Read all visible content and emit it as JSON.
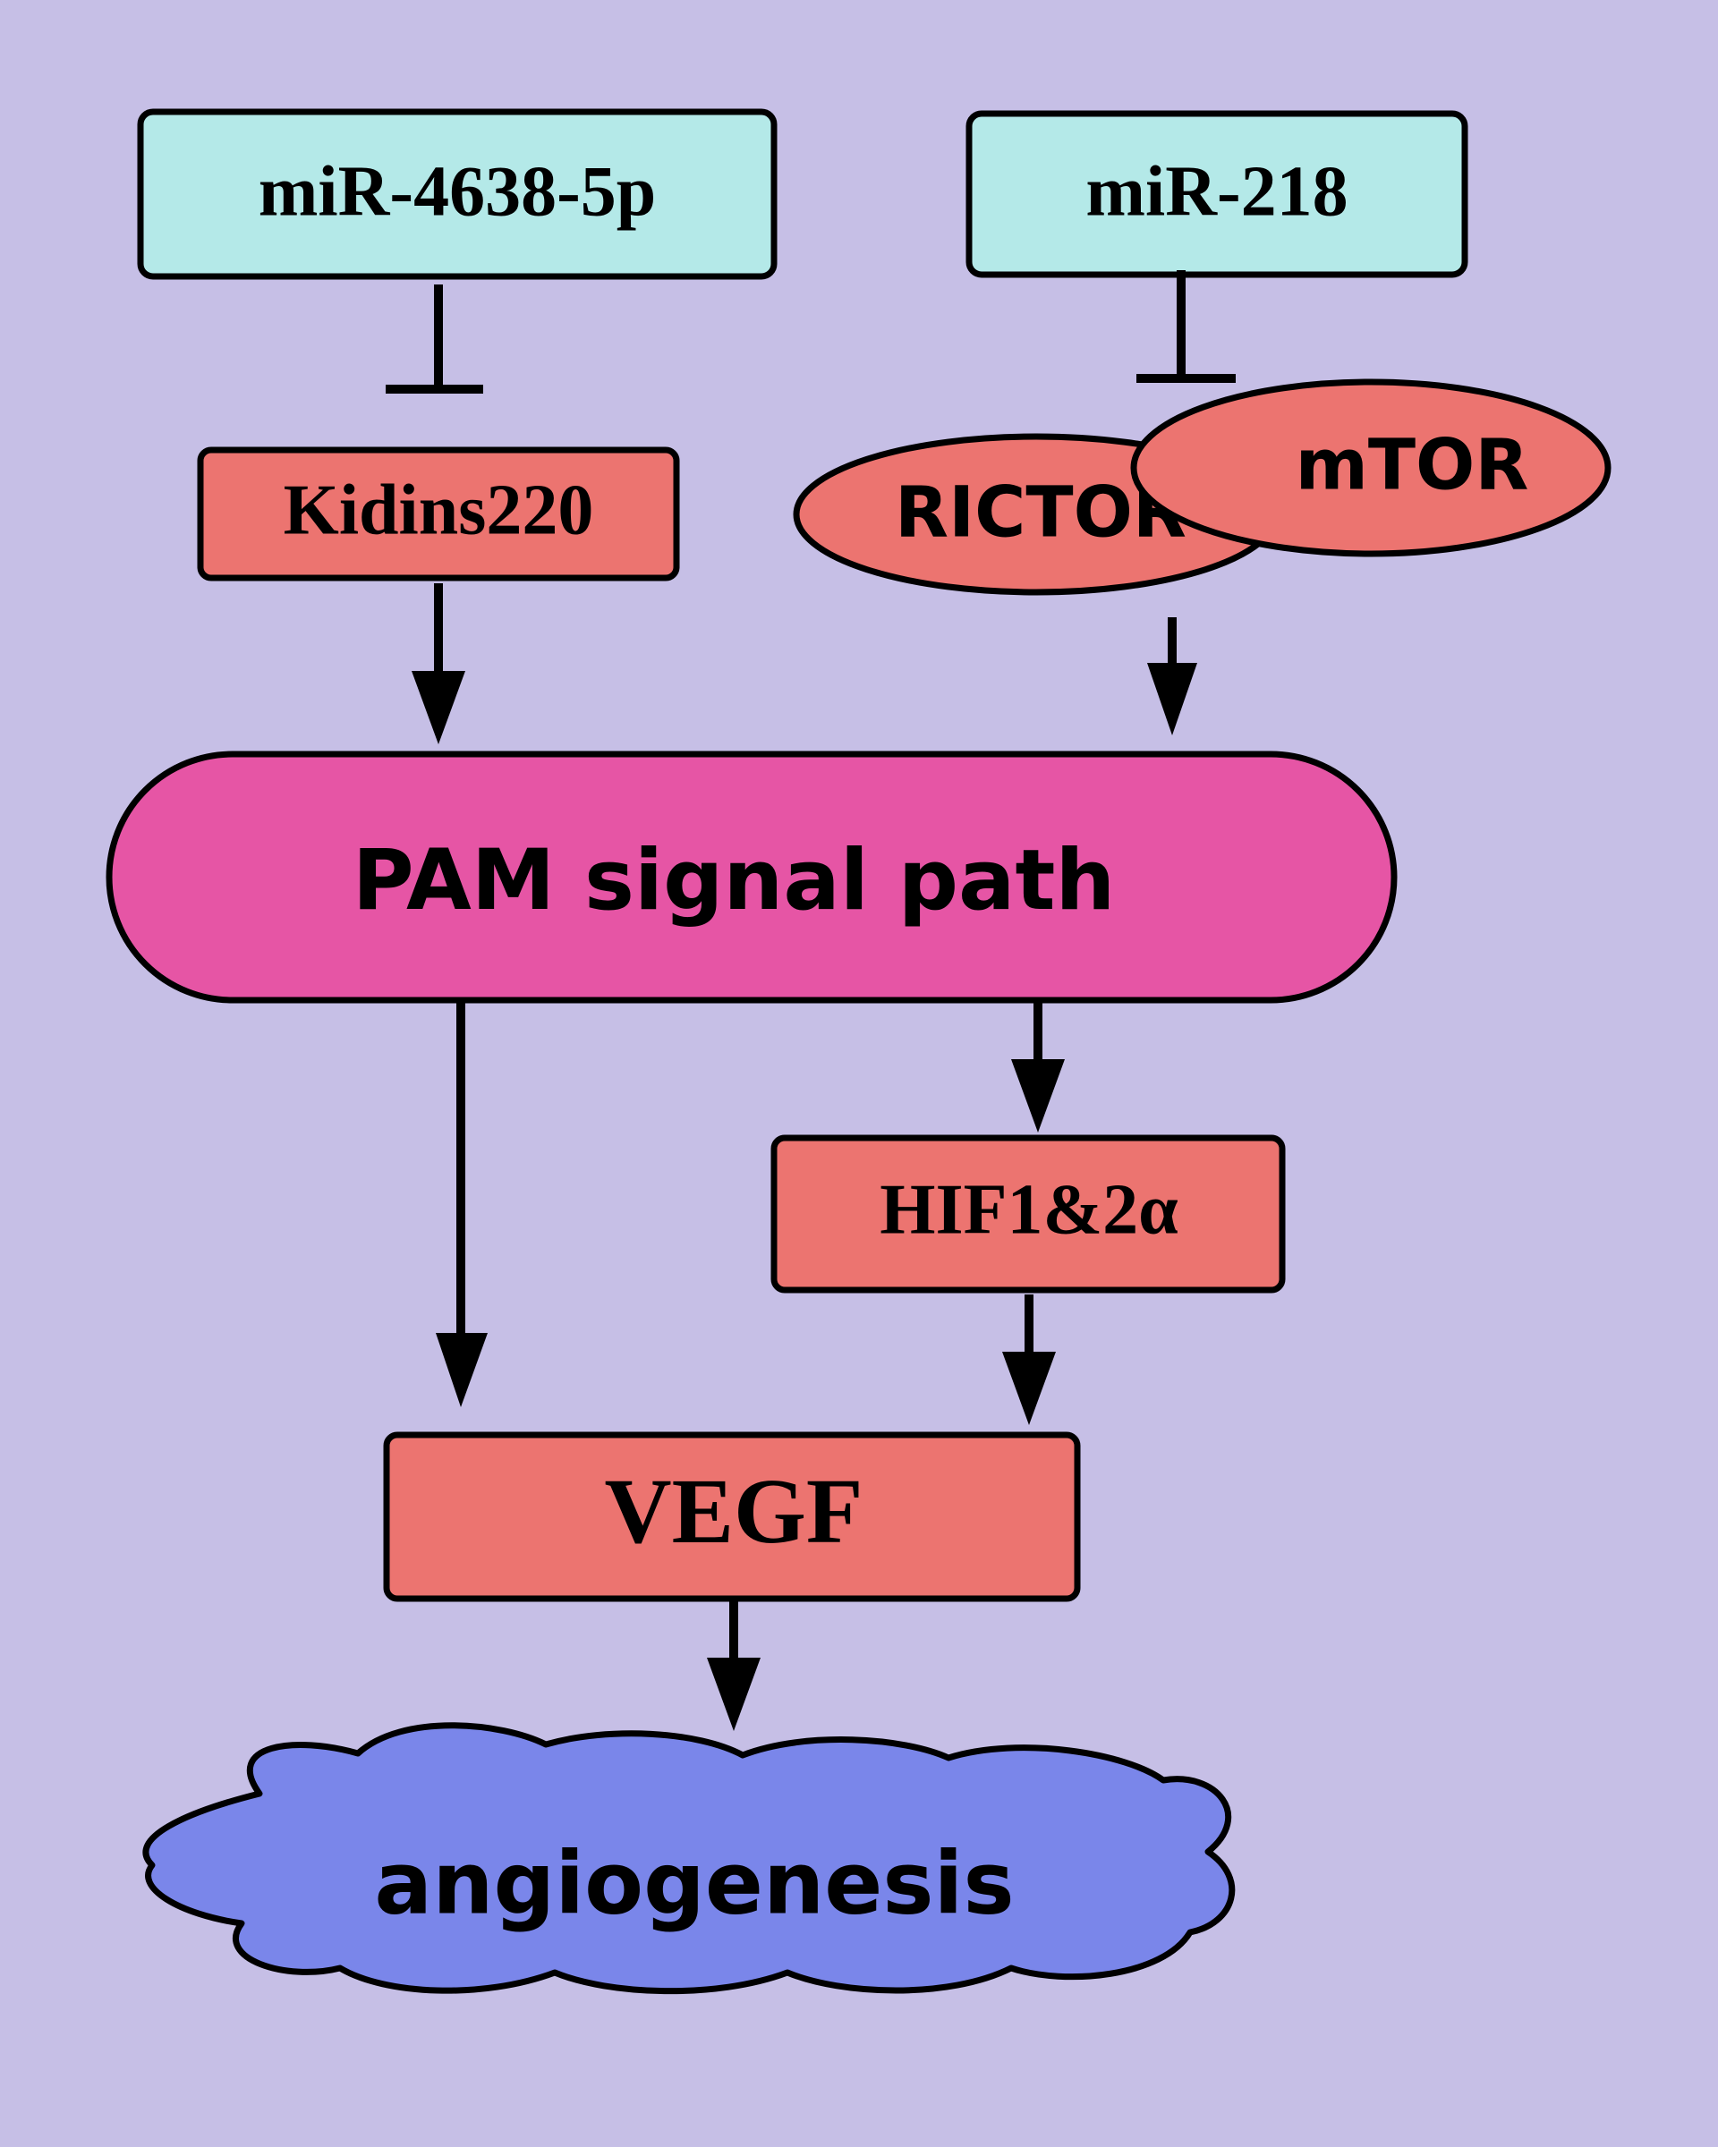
{
  "colors": {
    "background": "#c6bfe6",
    "mirna_fill": "#b4e9e8",
    "protein_fill": "#ec7470",
    "pathway_fill": "#e655a5",
    "outcome_fill": "#7a86ea",
    "stroke": "#000000"
  },
  "nodes": {
    "mir4638": {
      "label": "miR-4638-5p"
    },
    "mir218": {
      "label": "miR-218"
    },
    "kidins220": {
      "label": "Kidins220"
    },
    "rictor": {
      "label": "RICTOR"
    },
    "mtor": {
      "label": "mTOR"
    },
    "pam": {
      "label": "PAM signal path"
    },
    "hif": {
      "label": "HIF1&2α"
    },
    "vegf": {
      "label": "VEGF"
    },
    "angiogenesis": {
      "label": "angiogenesis"
    }
  },
  "edges": [
    {
      "from": "miR-4638-5p",
      "to": "Kidins220",
      "type": "inhibition"
    },
    {
      "from": "miR-218",
      "to": "RICTOR",
      "type": "inhibition"
    },
    {
      "from": "Kidins220",
      "to": "PAM signal path",
      "type": "activation"
    },
    {
      "from": "RICTOR",
      "to": "PAM signal path",
      "type": "activation"
    },
    {
      "from": "PAM signal path",
      "to": "VEGF",
      "type": "activation"
    },
    {
      "from": "PAM signal path",
      "to": "HIF1&2α",
      "type": "activation"
    },
    {
      "from": "HIF1&2α",
      "to": "VEGF",
      "type": "activation"
    },
    {
      "from": "VEGF",
      "to": "angiogenesis",
      "type": "activation"
    }
  ]
}
